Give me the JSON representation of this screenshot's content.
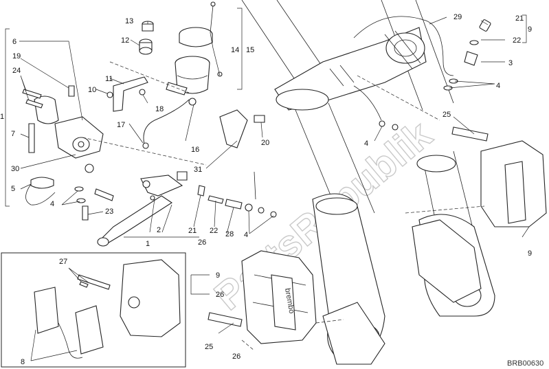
{
  "watermark": "PartsRepublik",
  "diagram_code": "BRB00630",
  "callouts": {
    "n1": "1",
    "n2": "2",
    "n3": "3",
    "n4": "4",
    "n5": "5",
    "n6": "6",
    "n7": "7",
    "n8": "8",
    "n9": "9",
    "n10": "10",
    "n11": "11",
    "n12": "12",
    "n13": "13",
    "n14": "14",
    "n15": "15",
    "n16": "16",
    "n17": "17",
    "n18": "18",
    "n19": "19",
    "n20": "20",
    "n21": "21",
    "n22": "22",
    "n23": "23",
    "n24": "24",
    "n25": "25",
    "n26": "26",
    "n27": "27",
    "n28": "28",
    "n29": "29",
    "n30": "30",
    "n31": "31"
  },
  "caliper_text": "brembo"
}
